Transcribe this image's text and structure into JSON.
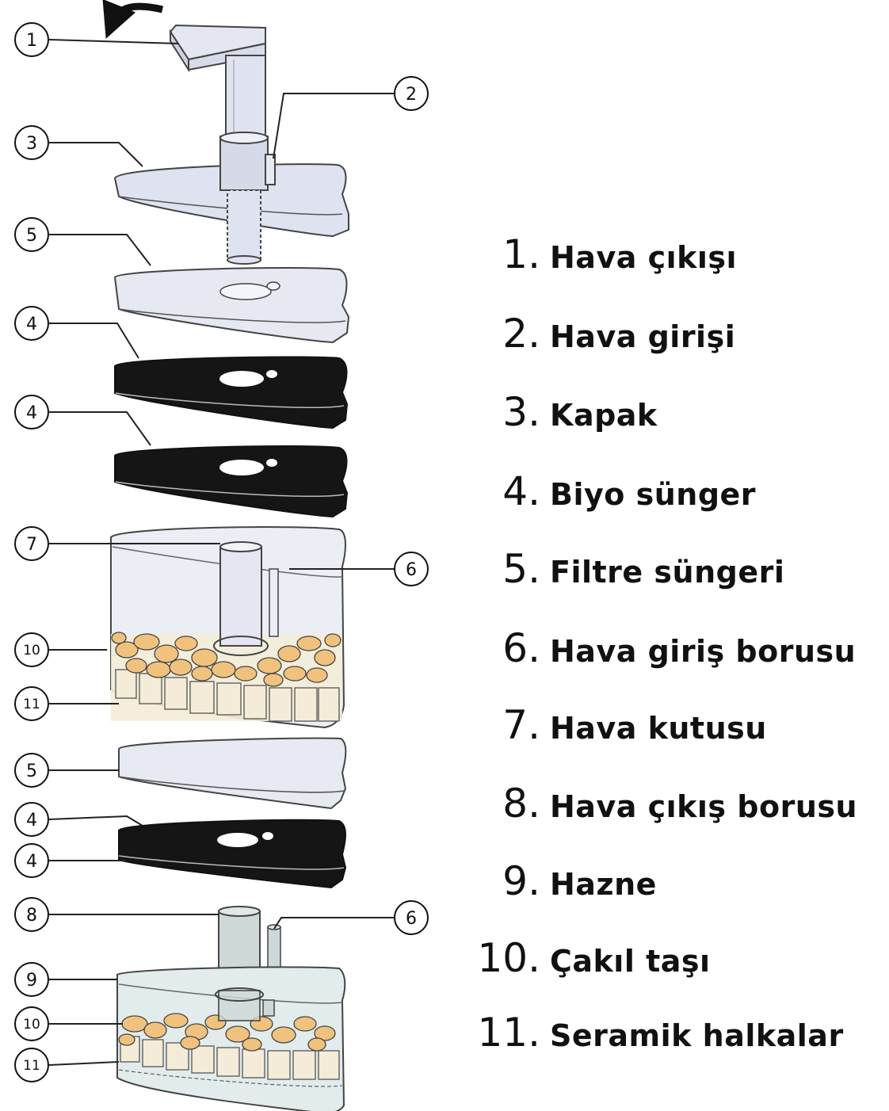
{
  "legend": [
    {
      "number": "1.",
      "label": "Hava çıkışı"
    },
    {
      "number": "2.",
      "label": "Hava girişi"
    },
    {
      "number": "3.",
      "label": "Kapak"
    },
    {
      "number": "4.",
      "label": "Biyo sünger"
    },
    {
      "number": "5.",
      "label": "Filtre süngeri"
    },
    {
      "number": "6.",
      "label": "Hava giriş borusu"
    },
    {
      "number": "7.",
      "label": "Hava kutusu"
    },
    {
      "number": "8.",
      "label": "Hava çıkış borusu"
    },
    {
      "number": "9.",
      "label": "Hazne"
    },
    {
      "number": "10.",
      "label": "Çakıl taşı"
    },
    {
      "number": "11.",
      "label": "Seramik halkalar"
    }
  ],
  "callouts": [
    "1",
    "2",
    "3",
    "5",
    "4",
    "4",
    "7",
    "6",
    "10",
    "11",
    "5",
    "4",
    "4",
    "8",
    "6",
    "9",
    "10",
    "11"
  ],
  "colors": {
    "clear_plastic": "#dfe2f0",
    "outline": "#444444",
    "black_sponge": "#151515",
    "gravel": "#f0c27e",
    "ceramic_ring": "#f4ecd8",
    "tube_tint": "#cfd8d8"
  }
}
